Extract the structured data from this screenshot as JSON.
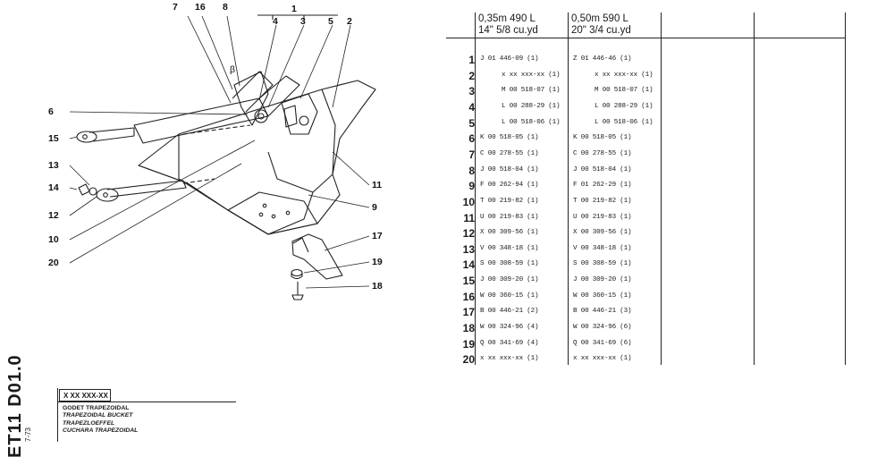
{
  "drawing": {
    "callouts": [
      "7",
      "16",
      "8",
      "1",
      "4",
      "3",
      "5",
      "2",
      "6",
      "15",
      "13",
      "14",
      "12",
      "10",
      "20",
      "11",
      "9",
      "17",
      "19",
      "18"
    ],
    "beta_label": "β"
  },
  "sheet": {
    "code": "ET11 D01.0",
    "date": "7-73",
    "part_code": "X XX XXX-XX",
    "titles": [
      "GODET TRAPEZOIDAL",
      "TRAPEZOIDAL BUCKET",
      "TRAPEZLOEFFEL",
      "CUCHARA TRAPEZOIDAL"
    ]
  },
  "table": {
    "col1_header": [
      "0,35m      490 L",
      "14\"     5/8 cu.yd"
    ],
    "col2_header": [
      "0,50m      590 L",
      "20\"    3/4 cu.yd"
    ],
    "rows": [
      {
        "n": "1",
        "a": "J 01 446-09 (1)",
        "b": "Z 01 446-46 (1)",
        "indent": false
      },
      {
        "n": "2",
        "a": "x xx xxx-xx (1)",
        "b": "x xx xxx-xx (1)",
        "indent": true
      },
      {
        "n": "3",
        "a": "M 00 518-07 (1)",
        "b": "M 00 518-07 (1)",
        "indent": true
      },
      {
        "n": "4",
        "a": "L 00 288-29 (1)",
        "b": "L 00 288-29 (1)",
        "indent": true
      },
      {
        "n": "5",
        "a": "L 00 518-06 (1)",
        "b": "L 00 518-06 (1)",
        "indent": true
      },
      {
        "n": "6",
        "a": "K 00 518-05 (1)",
        "b": "K 00 518-05 (1)",
        "indent": false
      },
      {
        "n": "7",
        "a": "C 00 278-55 (1)",
        "b": "C 00 278-55 (1)",
        "indent": false
      },
      {
        "n": "8",
        "a": "J 00 518-04 (1)",
        "b": "J 00 518-04 (1)",
        "indent": false
      },
      {
        "n": "9",
        "a": "F 00 262-94 (1)",
        "b": "F 01 262-29 (1)",
        "indent": false
      },
      {
        "n": "10",
        "a": "T 00 219-82 (1)",
        "b": "T 00 219-82 (1)",
        "indent": false
      },
      {
        "n": "11",
        "a": "U 00 219-83 (1)",
        "b": "U 00 219-83 (1)",
        "indent": false
      },
      {
        "n": "12",
        "a": "X 00 309-56 (1)",
        "b": "X 00 309-56 (1)",
        "indent": false
      },
      {
        "n": "13",
        "a": "V 00 348-18 (1)",
        "b": "V 00 348-18 (1)",
        "indent": false
      },
      {
        "n": "14",
        "a": "S 00 308-59 (1)",
        "b": "S 00 308-59 (1)",
        "indent": false
      },
      {
        "n": "15",
        "a": "J 00 309-20 (1)",
        "b": "J 00 309-20 (1)",
        "indent": false
      },
      {
        "n": "16",
        "a": "W 00 360-15 (1)",
        "b": "W 00 360-15 (1)",
        "indent": false
      },
      {
        "n": "17",
        "a": "B 00 446-21 (2)",
        "b": "B 00 446-21 (3)",
        "indent": false
      },
      {
        "n": "18",
        "a": "W 00 324-96 (4)",
        "b": "W 00 324-96 (6)",
        "indent": false
      },
      {
        "n": "19",
        "a": "Q 00 341-69 (4)",
        "b": "Q 00 341-69 (6)",
        "indent": false
      },
      {
        "n": "20",
        "a": "x xx xxx-xx (1)",
        "b": "x xx xxx-xx (1)",
        "indent": false
      }
    ]
  }
}
